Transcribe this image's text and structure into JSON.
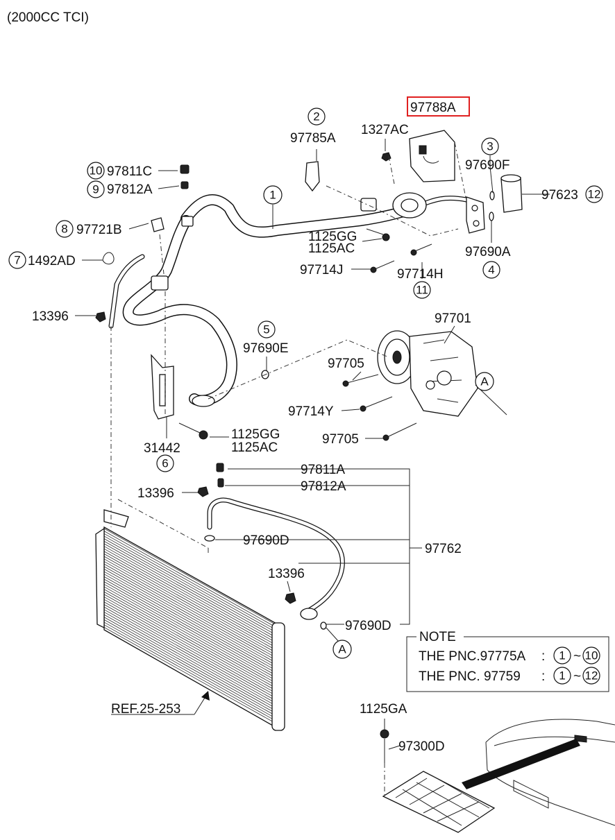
{
  "header": {
    "title": "(2000CC TCI)"
  },
  "highlight_color": "#e02020",
  "labels": {
    "p97788A": "97788A",
    "p1327AC": "1327AC",
    "p97785A": "97785A",
    "p97811C": "97811C",
    "p97812A_top": "97812A",
    "p97721B": "97721B",
    "p1492AD": "1492AD",
    "p13396_a": "13396",
    "p97690F": "97690F",
    "p97623": "97623",
    "p1125GG_a": "1125GG",
    "p1125AC_a": "1125AC",
    "p97690A": "97690A",
    "p97714J": "97714J",
    "p97714H": "97714H",
    "p97701": "97701",
    "p97690E": "97690E",
    "p97705_a": "97705",
    "p97714Y": "97714Y",
    "p97705_b": "97705",
    "p1125GG_b": "1125GG",
    "p1125AC_b": "1125AC",
    "p31442": "31442",
    "p97811A": "97811A",
    "p97812A": "97812A",
    "p13396_b": "13396",
    "p97690D_a": "97690D",
    "p97762": "97762",
    "p13396_c": "13396",
    "p97690D_b": "97690D",
    "ref": "REF.25-253",
    "p1125GA": "1125GA",
    "p97300D": "97300D"
  },
  "callouts": {
    "c1": "1",
    "c2": "2",
    "c3": "3",
    "c4": "4",
    "c5": "5",
    "c6": "6",
    "c7": "7",
    "c8": "8",
    "c9": "9",
    "c10": "10",
    "c11": "11",
    "c12": "12",
    "cA1": "A",
    "cA2": "A"
  },
  "note": {
    "title": "NOTE",
    "line1_text": "THE PNC.97775A",
    "line1_from": "1",
    "line1_to": "10",
    "line2_text": "THE PNC. 97759",
    "line2_from": "1",
    "line2_to": "12",
    "colon": ":",
    "tilde": "~"
  }
}
